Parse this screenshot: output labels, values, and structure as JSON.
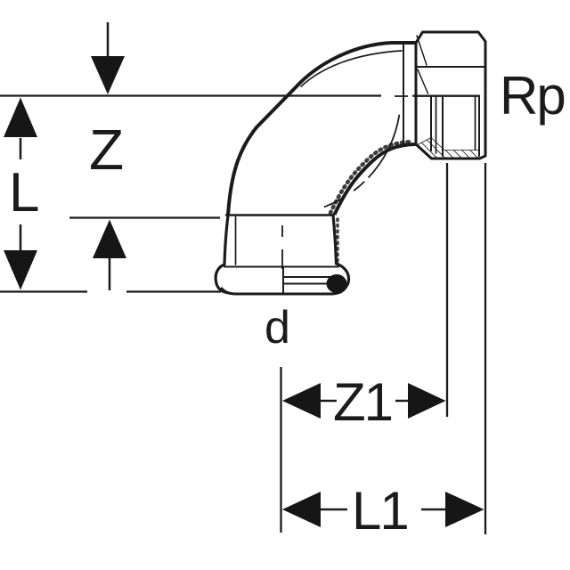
{
  "diagram": {
    "type": "technical-dimension-drawing",
    "subject": "90-degree elbow pipe fitting, press socket to female thread",
    "labels": {
      "z": "Z",
      "l": "L",
      "d": "d",
      "rp": "Rp",
      "z1": "Z1",
      "l1": "L1"
    },
    "colors": {
      "line": "#1b1b1b",
      "arrow_fill": "#161616",
      "background": "#ffffff"
    }
  }
}
